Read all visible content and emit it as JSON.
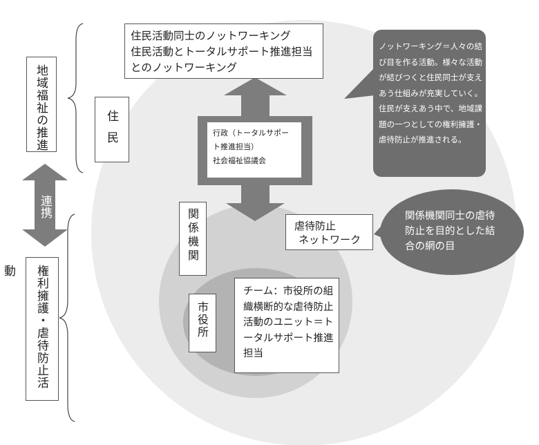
{
  "left_labels": {
    "community_welfare": "地域福祉の推進",
    "cooperation": "連携",
    "rights_advocacy": "権利擁護・虐待防止活動"
  },
  "residents": {
    "label": "住民",
    "networking_lines": [
      "住民活動同士のノットワーキング",
      "住民活動とトータルサポート推進担当",
      "とのノットワーキング"
    ]
  },
  "callout_knotworking": "ノットワーキング＝人々の結び目を作る活動。様々な活動が結びつくと住民同士が支えあう仕組みが充実していく。住民が支えあう中で、地域課題の一つとしての権利擁護・虐待防止が推進される。",
  "admin_box": {
    "line1": "行政（トータルサポート推進担当）",
    "line2": "社会福祉協議会"
  },
  "agencies": {
    "label": "関係機関",
    "network_line1": "虐待防止",
    "network_line2": "ネットワーク"
  },
  "callout_agencies": "関係機関同士の虐待防止を目的とした結合の網の目",
  "city_hall": {
    "label": "市役所",
    "team_text": "チーム：市役所の組織横断的な虐待防止活動のユニット＝トータルサポート推進担当"
  },
  "colors": {
    "outer_circle": "#ececec",
    "middle_circle": "#d2d2d2",
    "inner_circle": "#b3b3b3",
    "arrow": "#7d7d7d",
    "callout": "#6e6e6e"
  }
}
